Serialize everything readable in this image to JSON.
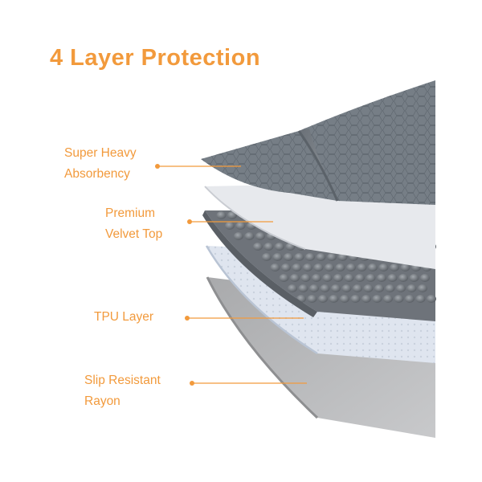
{
  "title": "4 Layer Protection",
  "colors": {
    "accent": "#F29A3C",
    "layer_top": "#737C84",
    "layer_velvet": "#E6E8EC",
    "layer_tpu_bubbles": "#7A7F85",
    "layer_tpu_sheet": "#DCE3EE",
    "layer_rayon": "#B8B9BB"
  },
  "layers": [
    {
      "line1": "Super Heavy",
      "line2": "Absorbency"
    },
    {
      "line1": "Premium",
      "line2": "Velvet Top"
    },
    {
      "line1": "TPU Layer",
      "line2": ""
    },
    {
      "line1": "Slip Resistant",
      "line2": "Rayon"
    }
  ]
}
